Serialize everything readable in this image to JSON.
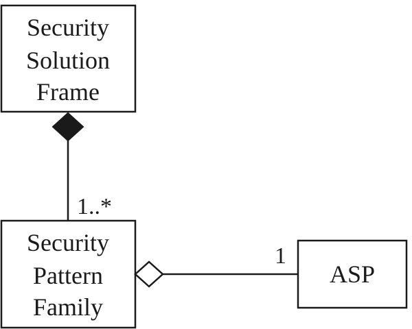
{
  "classes": {
    "frame": {
      "lines": [
        "Security",
        "Solution",
        "Frame"
      ]
    },
    "family": {
      "lines": [
        "Security",
        "Pattern",
        "Family"
      ]
    },
    "asp": {
      "lines": [
        "ASP"
      ]
    }
  },
  "associations": {
    "composition": {
      "kind": "composition",
      "multiplicity": "1..*"
    },
    "aggregation": {
      "kind": "aggregation",
      "multiplicity": "1"
    }
  },
  "colors": {
    "stroke": "#1a1a1a",
    "fill": "#ffffff"
  }
}
